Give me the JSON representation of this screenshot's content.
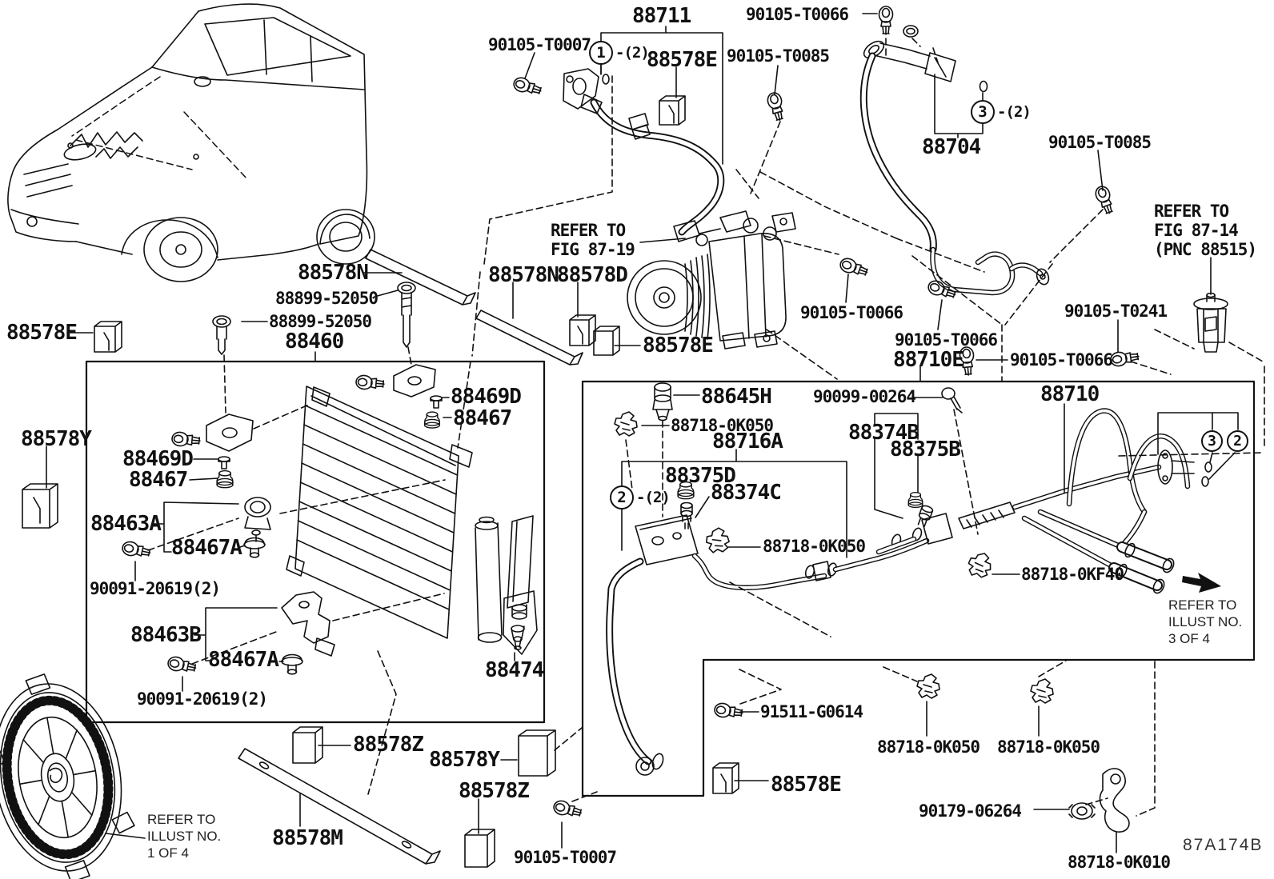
{
  "labels": [
    {
      "name": "bolt-90105-T0007-top",
      "text": "90105-T0007"
    },
    {
      "name": "part-88711",
      "text": "88711"
    },
    {
      "name": "part-88578E-top",
      "text": "88578E"
    },
    {
      "name": "bolt-90105-T0066-top",
      "text": "90105-T0066"
    },
    {
      "name": "bolt-90105-T0085-left",
      "text": "90105-T0085"
    },
    {
      "name": "part-88704",
      "text": "88704"
    },
    {
      "name": "bolt-90105-T0085-right",
      "text": "90105-T0085"
    },
    {
      "name": "note-fig-87-14",
      "text": "REFER TO\nFIG 87-14\n(PNC 88515)"
    },
    {
      "name": "bolt-90105-T0241",
      "text": "90105-T0241"
    },
    {
      "name": "note-fig-87-19",
      "text": "REFER TO\nFIG 87-19"
    },
    {
      "name": "part-88578N-left",
      "text": "88578N"
    },
    {
      "name": "bolt-88899-52050-right",
      "text": "88899-52050"
    },
    {
      "name": "bolt-88899-52050-left",
      "text": "88899-52050"
    },
    {
      "name": "part-88460",
      "text": "88460"
    },
    {
      "name": "part-88578N-mid",
      "text": "88578N"
    },
    {
      "name": "part-88578D",
      "text": "88578D"
    },
    {
      "name": "part-88578E-mid",
      "text": "88578E"
    },
    {
      "name": "part-88578E-far-left",
      "text": "88578E"
    },
    {
      "name": "part-88578Y-left",
      "text": "88578Y"
    },
    {
      "name": "part-88469D-upper",
      "text": "88469D"
    },
    {
      "name": "part-88467-upper",
      "text": "88467"
    },
    {
      "name": "part-88469D-left",
      "text": "88469D"
    },
    {
      "name": "part-88467-left",
      "text": "88467"
    },
    {
      "name": "part-88463A",
      "text": "88463A"
    },
    {
      "name": "part-88467A-upper",
      "text": "88467A"
    },
    {
      "name": "bolt-90091-20619-upper",
      "text": "90091-20619(2)"
    },
    {
      "name": "part-88463B",
      "text": "88463B"
    },
    {
      "name": "part-88467A-lower",
      "text": "88467A"
    },
    {
      "name": "bolt-90091-20619-lower",
      "text": "90091-20619(2)"
    },
    {
      "name": "part-88474",
      "text": "88474"
    },
    {
      "name": "part-88578Z-left",
      "text": "88578Z"
    },
    {
      "name": "part-88578Y-bottom",
      "text": "88578Y"
    },
    {
      "name": "part-88578Z-bottom",
      "text": "88578Z"
    },
    {
      "name": "part-88578M",
      "text": "88578M"
    },
    {
      "name": "bolt-90105-T0007-bottom",
      "text": "90105-T0007"
    },
    {
      "name": "note-illust-1-of-4",
      "text": "REFER TO\nILLUST NO.\n1 OF 4"
    },
    {
      "name": "part-88645H",
      "text": "88645H"
    },
    {
      "name": "clamp-88718-0K050-a",
      "text": "88718-0K050"
    },
    {
      "name": "part-88716A",
      "text": "88716A"
    },
    {
      "name": "part-88375D",
      "text": "88375D"
    },
    {
      "name": "part-88374C",
      "text": "88374C"
    },
    {
      "name": "screw-90099-00264",
      "text": "90099-00264"
    },
    {
      "name": "part-88710",
      "text": "88710"
    },
    {
      "name": "part-88374B",
      "text": "88374B"
    },
    {
      "name": "part-88375B",
      "text": "88375B"
    },
    {
      "name": "bolt-90105-T0066-mid-left",
      "text": "90105-T0066"
    },
    {
      "name": "bolt-90105-T0066-mid",
      "text": "90105-T0066"
    },
    {
      "name": "part-88710E",
      "text": "88710E"
    },
    {
      "name": "bolt-90105-T0066-right",
      "text": "90105-T0066"
    },
    {
      "name": "clamp-88718-0K050-b",
      "text": "88718-0K050"
    },
    {
      "name": "clamp-88718-0KF40",
      "text": "88718-0KF40"
    },
    {
      "name": "note-illust-3-of-4",
      "text": "REFER TO\nILLUST NO.\n3 OF 4"
    },
    {
      "name": "bolt-91511-G0614",
      "text": "91511-G0614"
    },
    {
      "name": "clamp-88718-0K050-c",
      "text": "88718-0K050"
    },
    {
      "name": "part-88578E-bottom",
      "text": "88578E"
    },
    {
      "name": "clamp-88718-0K050-d",
      "text": "88718-0K050"
    },
    {
      "name": "nut-90179-06264",
      "text": "90179-06264"
    },
    {
      "name": "bracket-88718-0K010",
      "text": "88718-0K010"
    },
    {
      "name": "diagram-code",
      "text": "87A174B"
    }
  ],
  "markers": [
    {
      "num": "1",
      "qty": "-(2)"
    },
    {
      "num": "3",
      "qty": "-(2)"
    },
    {
      "num": "2",
      "qty": "-(2)"
    },
    {
      "num": "3",
      "qty": ""
    },
    {
      "num": "2",
      "qty": ""
    }
  ],
  "colors": {
    "ink": "#111111",
    "background": "#ffffff"
  }
}
